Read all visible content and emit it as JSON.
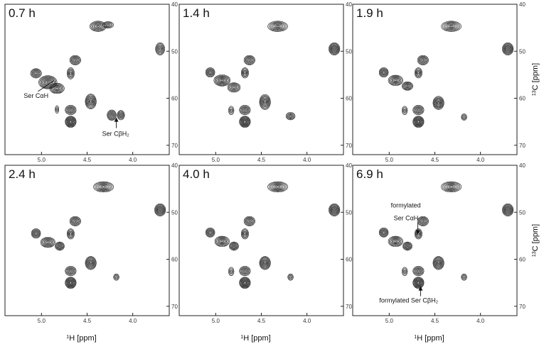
{
  "chart_data": {
    "type": "scatter",
    "subtype": "2D NMR contour spectra (1H-13C HSQC), 2x3 time series",
    "x_axis": {
      "label_nucleus": "1",
      "label_element": "H",
      "label_unit": "[ppm]",
      "reversed": true,
      "xlim": [
        5.4,
        3.6
      ],
      "ticks": [
        5.0,
        4.5,
        4.0
      ],
      "tick_labels": [
        "5.0",
        "4.5",
        "4.0"
      ]
    },
    "y_axis": {
      "label_nucleus": "13",
      "label_element": "C",
      "label_unit": "[ppm]",
      "reversed": true,
      "ylim": [
        40,
        72
      ],
      "ticks": [
        40,
        50,
        60,
        70
      ],
      "tick_labels": [
        "40",
        "50",
        "60",
        "70"
      ]
    },
    "panels": [
      {
        "title": "0.7 h",
        "peaks": [
          {
            "x": 4.38,
            "y": 44.7,
            "rx": 0.09,
            "ry": 1.1
          },
          {
            "x": 4.27,
            "y": 44.4,
            "rx": 0.06,
            "ry": 0.7
          },
          {
            "x": 3.7,
            "y": 49.5,
            "rx": 0.05,
            "ry": 1.3
          },
          {
            "x": 4.63,
            "y": 51.9,
            "rx": 0.06,
            "ry": 1.0
          },
          {
            "x": 5.06,
            "y": 54.7,
            "rx": 0.06,
            "ry": 1.0
          },
          {
            "x": 4.68,
            "y": 54.7,
            "rx": 0.04,
            "ry": 1.2
          },
          {
            "x": 4.93,
            "y": 56.6,
            "rx": 0.1,
            "ry": 1.4
          },
          {
            "x": 4.83,
            "y": 57.9,
            "rx": 0.08,
            "ry": 1.1
          },
          {
            "x": 4.46,
            "y": 60.7,
            "rx": 0.06,
            "ry": 1.6
          },
          {
            "x": 4.68,
            "y": 62.5,
            "rx": 0.06,
            "ry": 1.0
          },
          {
            "x": 4.68,
            "y": 65.0,
            "rx": 0.06,
            "ry": 1.2
          },
          {
            "x": 4.23,
            "y": 63.6,
            "rx": 0.05,
            "ry": 1.1
          },
          {
            "x": 4.13,
            "y": 63.6,
            "rx": 0.04,
            "ry": 1.0
          },
          {
            "x": 4.83,
            "y": 62.4,
            "rx": 0.02,
            "ry": 0.8
          }
        ],
        "annotations": [
          {
            "text": "Ser CαH",
            "x": 4.82,
            "y": 57.8
          },
          {
            "text": "Ser CβH₂",
            "x": 4.18,
            "y": 65.3
          }
        ]
      },
      {
        "title": "1.4 h",
        "peaks": [
          {
            "x": 4.32,
            "y": 44.7,
            "rx": 0.11,
            "ry": 1.1
          },
          {
            "x": 3.7,
            "y": 49.5,
            "rx": 0.06,
            "ry": 1.3
          },
          {
            "x": 4.63,
            "y": 51.9,
            "rx": 0.06,
            "ry": 1.0
          },
          {
            "x": 5.06,
            "y": 54.5,
            "rx": 0.05,
            "ry": 1.0
          },
          {
            "x": 4.68,
            "y": 54.6,
            "rx": 0.04,
            "ry": 1.1
          },
          {
            "x": 4.93,
            "y": 56.2,
            "rx": 0.09,
            "ry": 1.2
          },
          {
            "x": 4.8,
            "y": 57.7,
            "rx": 0.07,
            "ry": 1.0
          },
          {
            "x": 4.46,
            "y": 60.8,
            "rx": 0.06,
            "ry": 1.6
          },
          {
            "x": 4.83,
            "y": 62.6,
            "rx": 0.03,
            "ry": 0.9
          },
          {
            "x": 4.68,
            "y": 62.5,
            "rx": 0.06,
            "ry": 1.0
          },
          {
            "x": 4.68,
            "y": 65.0,
            "rx": 0.06,
            "ry": 1.2
          },
          {
            "x": 4.18,
            "y": 63.8,
            "rx": 0.05,
            "ry": 0.8
          }
        ],
        "annotations": []
      },
      {
        "title": "1.9 h",
        "peaks": [
          {
            "x": 4.32,
            "y": 44.7,
            "rx": 0.11,
            "ry": 1.1
          },
          {
            "x": 3.7,
            "y": 49.5,
            "rx": 0.06,
            "ry": 1.3
          },
          {
            "x": 4.63,
            "y": 51.9,
            "rx": 0.06,
            "ry": 1.0
          },
          {
            "x": 5.06,
            "y": 54.5,
            "rx": 0.05,
            "ry": 1.0
          },
          {
            "x": 4.68,
            "y": 54.6,
            "rx": 0.04,
            "ry": 1.1
          },
          {
            "x": 4.93,
            "y": 56.2,
            "rx": 0.08,
            "ry": 1.1
          },
          {
            "x": 4.8,
            "y": 57.4,
            "rx": 0.06,
            "ry": 0.9
          },
          {
            "x": 4.46,
            "y": 61.0,
            "rx": 0.06,
            "ry": 1.4
          },
          {
            "x": 4.83,
            "y": 62.6,
            "rx": 0.03,
            "ry": 0.9
          },
          {
            "x": 4.68,
            "y": 62.5,
            "rx": 0.06,
            "ry": 1.0
          },
          {
            "x": 4.68,
            "y": 65.0,
            "rx": 0.06,
            "ry": 1.2
          },
          {
            "x": 4.18,
            "y": 64.0,
            "rx": 0.03,
            "ry": 0.7
          }
        ],
        "annotations": []
      },
      {
        "title": "2.4 h",
        "peaks": [
          {
            "x": 4.32,
            "y": 44.6,
            "rx": 0.11,
            "ry": 1.1
          },
          {
            "x": 3.7,
            "y": 49.5,
            "rx": 0.06,
            "ry": 1.3
          },
          {
            "x": 4.63,
            "y": 51.9,
            "rx": 0.06,
            "ry": 1.0
          },
          {
            "x": 5.06,
            "y": 54.5,
            "rx": 0.05,
            "ry": 1.0
          },
          {
            "x": 4.68,
            "y": 54.6,
            "rx": 0.04,
            "ry": 1.1
          },
          {
            "x": 4.93,
            "y": 56.4,
            "rx": 0.08,
            "ry": 1.1
          },
          {
            "x": 4.8,
            "y": 57.2,
            "rx": 0.05,
            "ry": 0.9
          },
          {
            "x": 4.46,
            "y": 60.8,
            "rx": 0.06,
            "ry": 1.4
          },
          {
            "x": 4.68,
            "y": 62.5,
            "rx": 0.06,
            "ry": 1.0
          },
          {
            "x": 4.68,
            "y": 65.0,
            "rx": 0.06,
            "ry": 1.2
          },
          {
            "x": 4.18,
            "y": 63.8,
            "rx": 0.03,
            "ry": 0.7
          }
        ],
        "annotations": []
      },
      {
        "title": "4.0 h",
        "peaks": [
          {
            "x": 4.32,
            "y": 44.6,
            "rx": 0.11,
            "ry": 1.1
          },
          {
            "x": 3.7,
            "y": 49.5,
            "rx": 0.06,
            "ry": 1.3
          },
          {
            "x": 4.63,
            "y": 51.9,
            "rx": 0.06,
            "ry": 1.0
          },
          {
            "x": 5.06,
            "y": 54.3,
            "rx": 0.05,
            "ry": 1.0
          },
          {
            "x": 4.68,
            "y": 54.6,
            "rx": 0.04,
            "ry": 1.1
          },
          {
            "x": 4.93,
            "y": 56.2,
            "rx": 0.08,
            "ry": 1.1
          },
          {
            "x": 4.8,
            "y": 57.2,
            "rx": 0.05,
            "ry": 0.9
          },
          {
            "x": 4.46,
            "y": 60.8,
            "rx": 0.06,
            "ry": 1.4
          },
          {
            "x": 4.83,
            "y": 62.6,
            "rx": 0.03,
            "ry": 0.9
          },
          {
            "x": 4.68,
            "y": 62.5,
            "rx": 0.06,
            "ry": 1.0
          },
          {
            "x": 4.68,
            "y": 65.0,
            "rx": 0.06,
            "ry": 1.2
          },
          {
            "x": 4.18,
            "y": 63.8,
            "rx": 0.03,
            "ry": 0.7
          }
        ],
        "annotations": []
      },
      {
        "title": "6.9 h",
        "peaks": [
          {
            "x": 4.32,
            "y": 44.6,
            "rx": 0.11,
            "ry": 1.1
          },
          {
            "x": 3.7,
            "y": 49.5,
            "rx": 0.06,
            "ry": 1.3
          },
          {
            "x": 4.63,
            "y": 51.9,
            "rx": 0.06,
            "ry": 1.0
          },
          {
            "x": 5.06,
            "y": 54.3,
            "rx": 0.05,
            "ry": 1.0
          },
          {
            "x": 4.68,
            "y": 54.6,
            "rx": 0.04,
            "ry": 1.1
          },
          {
            "x": 4.93,
            "y": 56.2,
            "rx": 0.08,
            "ry": 1.1
          },
          {
            "x": 4.8,
            "y": 57.2,
            "rx": 0.05,
            "ry": 0.9
          },
          {
            "x": 4.46,
            "y": 60.8,
            "rx": 0.06,
            "ry": 1.4
          },
          {
            "x": 4.83,
            "y": 62.6,
            "rx": 0.03,
            "ry": 0.9
          },
          {
            "x": 4.68,
            "y": 62.5,
            "rx": 0.06,
            "ry": 1.0
          },
          {
            "x": 4.68,
            "y": 65.0,
            "rx": 0.06,
            "ry": 1.2
          },
          {
            "x": 4.18,
            "y": 63.8,
            "rx": 0.03,
            "ry": 0.7
          }
        ],
        "annotations": [
          {
            "text": "formylated",
            "x": 4.92,
            "y": 48.7
          },
          {
            "text": "Ser CαH",
            "x": 4.92,
            "y": 51.4
          },
          {
            "text": "formylated Ser CβH₂",
            "x": 4.68,
            "y": 66.5
          }
        ]
      }
    ]
  }
}
